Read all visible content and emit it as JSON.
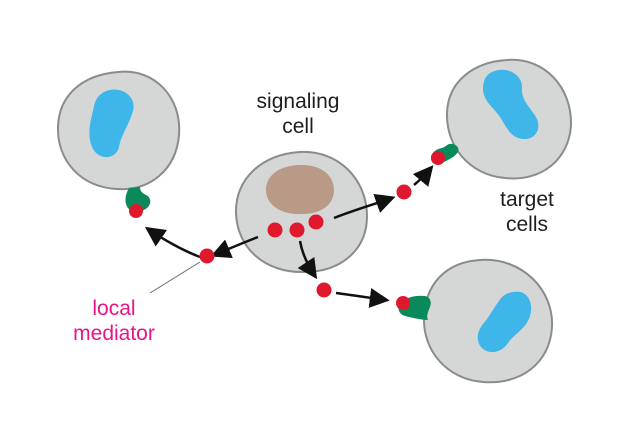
{
  "labels": {
    "signaling_cell": [
      "signaling",
      "cell"
    ],
    "target_cells": [
      "target",
      "cells"
    ],
    "local_mediator": [
      "local",
      "mediator"
    ]
  },
  "colors": {
    "background": "#ffffff",
    "cell_fill": "#d4d7d6",
    "cell_outline": "#8a8c8b",
    "target_nucleus": "#3fb6ea",
    "signaling_nucleus": "#b89a86",
    "mediator": "#e0182d",
    "receptor": "#0a8a5a",
    "mediator_label": "#e8158a",
    "text": "#1e1e1e",
    "arrow": "#111111"
  },
  "icons": {
    "signaling_cell": "signaling-cell-icon",
    "target_cell": "target-cell-icon",
    "mediator": "mediator-molecule-icon",
    "receptor": "receptor-icon"
  }
}
